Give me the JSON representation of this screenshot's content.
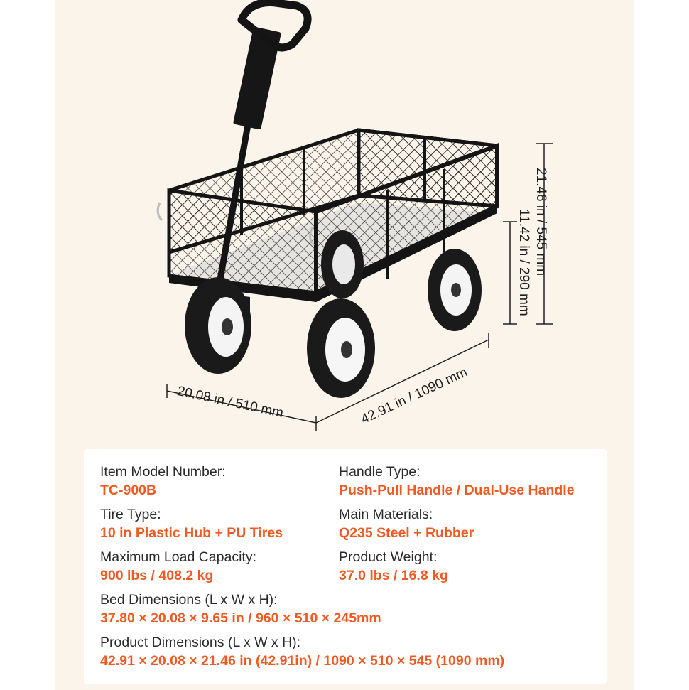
{
  "dimensions": {
    "width": "20.08 in / 510 mm",
    "length": "42.91 in / 1090 mm",
    "total_height": "21.46 in / 545 mm",
    "bed_height": "11.42 in / 290 mm"
  },
  "specs": {
    "model": {
      "label": "Item Model Number:",
      "value": "TC-900B"
    },
    "handle": {
      "label": "Handle Type:",
      "value": "Push-Pull Handle / Dual-Use Handle"
    },
    "tire": {
      "label": "Tire Type:",
      "value": "10 in Plastic Hub + PU Tires"
    },
    "materials": {
      "label": "Main Materials:",
      "value": "Q235 Steel + Rubber"
    },
    "load": {
      "label": "Maximum Load Capacity:",
      "value": "900 lbs / 408.2 kg"
    },
    "weight": {
      "label": "Product Weight:",
      "value": "37.0 lbs / 16.8 kg"
    },
    "bed": {
      "label": "Bed Dimensions (L x W x H):",
      "value": "37.80 × 20.08 × 9.65 in / 960 × 510 × 245mm"
    },
    "product": {
      "label": "Product Dimensions (L x W x H):",
      "value": "42.91 × 20.08 × 21.46 in (42.91in) / 1090 × 510 × 545 (1090 mm)"
    }
  },
  "colors": {
    "accent": "#f05a22",
    "panel": "#faf4ea",
    "card": "#ffffff"
  }
}
